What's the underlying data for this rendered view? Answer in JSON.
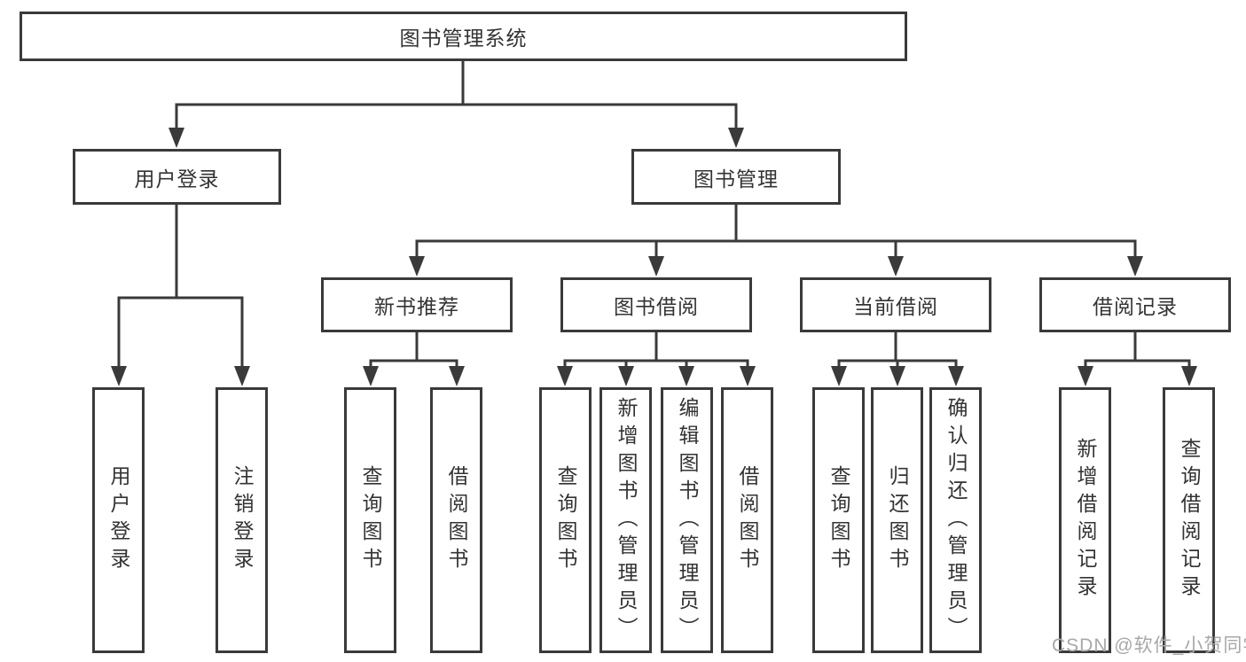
{
  "tree": {
    "root": "图书管理系统",
    "branches": [
      {
        "label": "用户登录",
        "children": [
          "用户登录",
          "注销登录"
        ]
      },
      {
        "label": "图书管理",
        "groups": [
          {
            "label": "新书推荐",
            "children": [
              "查询图书",
              "借阅图书"
            ]
          },
          {
            "label": "图书借阅",
            "children": [
              "查询图书",
              "新增图书（管理员）",
              "编辑图书（管理员）",
              "借阅图书"
            ]
          },
          {
            "label": "当前借阅",
            "children": [
              "查询图书",
              "归还图书",
              "确认归还（管理员）"
            ]
          },
          {
            "label": "借阅记录",
            "children": [
              "新增借阅记录",
              "查询借阅记录"
            ]
          }
        ]
      }
    ]
  },
  "watermark": "CSDN @软件_小贺同学",
  "colors": {
    "line": "#3a3a3a",
    "text": "#333333",
    "watermark": "#a8a8a8",
    "background": "#ffffff"
  }
}
